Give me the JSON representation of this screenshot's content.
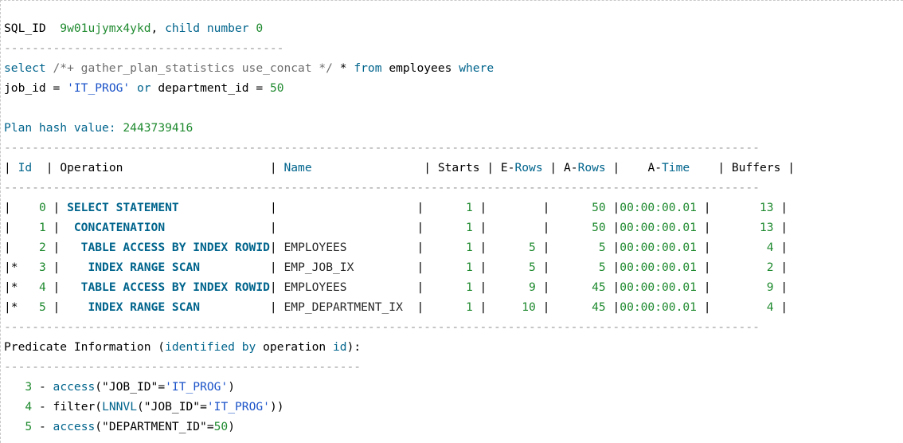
{
  "colors": {
    "keyword": "#00648c",
    "comment": "#6e6e6e",
    "number": "#1f8a2f",
    "string": "#1a52c8",
    "text": "#000000"
  },
  "header": {
    "sqlid_label": "SQL_ID",
    "sqlid_value": "9w01ujymx4ykd",
    "child_label": "child number",
    "child_value": "0"
  },
  "query": {
    "kw_select": "select",
    "comment": "/*+ gather_plan_statistics use_concat */",
    "star": "*",
    "kw_from": "from",
    "table": "employees",
    "kw_where": "where",
    "col1": "job_id",
    "eq1": "=",
    "val1": "'IT_PROG'",
    "kw_or": "or",
    "col2": "department_id",
    "eq2": "=",
    "val2": "50"
  },
  "plan_hash": {
    "label": "Plan hash value:",
    "value": "2443739416"
  },
  "plan_table": {
    "headers": {
      "id": "Id",
      "operation": "Operation",
      "name": "Name",
      "starts": "Starts",
      "e_rows": "E-Rows",
      "a_rows": "A-Rows",
      "a_time": "A-Time",
      "buffers": "Buffers"
    },
    "rows": [
      {
        "flag": " ",
        "id": "0",
        "operation": "SELECT STATEMENT",
        "indent": 0,
        "name": "",
        "starts": "1",
        "e_rows": "",
        "a_rows": "50",
        "a_time": "00:00:00.01",
        "buffers": "13"
      },
      {
        "flag": " ",
        "id": "1",
        "operation": "CONCATENATION",
        "indent": 1,
        "name": "",
        "starts": "1",
        "e_rows": "",
        "a_rows": "50",
        "a_time": "00:00:00.01",
        "buffers": "13"
      },
      {
        "flag": " ",
        "id": "2",
        "operation": "TABLE ACCESS BY INDEX ROWID",
        "indent": 2,
        "name": "EMPLOYEES",
        "starts": "1",
        "e_rows": "5",
        "a_rows": "5",
        "a_time": "00:00:00.01",
        "buffers": "4"
      },
      {
        "flag": "*",
        "id": "3",
        "operation": "INDEX RANGE SCAN",
        "indent": 3,
        "name": "EMP_JOB_IX",
        "starts": "1",
        "e_rows": "5",
        "a_rows": "5",
        "a_time": "00:00:00.01",
        "buffers": "2"
      },
      {
        "flag": "*",
        "id": "4",
        "operation": "TABLE ACCESS BY INDEX ROWID",
        "indent": 2,
        "name": "EMPLOYEES",
        "starts": "1",
        "e_rows": "9",
        "a_rows": "45",
        "a_time": "00:00:00.01",
        "buffers": "9"
      },
      {
        "flag": "*",
        "id": "5",
        "operation": "INDEX RANGE SCAN",
        "indent": 3,
        "name": "EMP_DEPARTMENT_IX",
        "starts": "1",
        "e_rows": "10",
        "a_rows": "45",
        "a_time": "00:00:00.01",
        "buffers": "4"
      }
    ]
  },
  "predicate": {
    "title_pre": "Predicate Information (",
    "title_kw": "identified by",
    "title_mid": "operation",
    "title_kw2": "id",
    "title_post": "):",
    "items": [
      {
        "num": "3",
        "dash": "-",
        "func": "access",
        "open": "(\"JOB_ID\"=",
        "val": "'IT_PROG'",
        "close": ")"
      },
      {
        "num": "4",
        "dash": "-",
        "func": "filter",
        "open": "(",
        "func2": "LNNVL",
        "open2": "(\"JOB_ID\"=",
        "val": "'IT_PROG'",
        "close": "))"
      },
      {
        "num": "5",
        "dash": "-",
        "func": "access",
        "open": "(\"DEPARTMENT_ID\"=",
        "val": "50",
        "close": ")"
      }
    ]
  }
}
